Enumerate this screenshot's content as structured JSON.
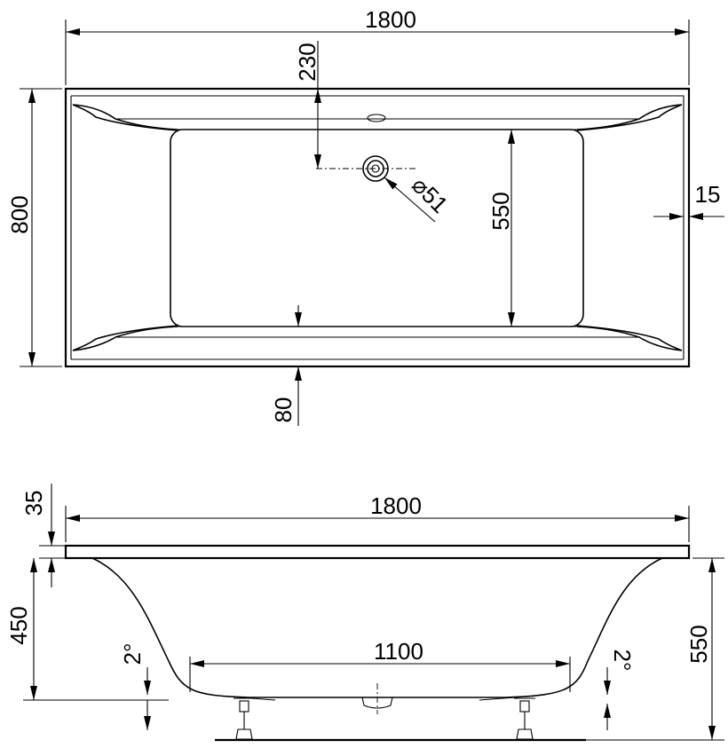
{
  "top_view": {
    "length": "1800",
    "width": "800",
    "drain_offset": "230",
    "drain_diameter": "⌀51",
    "inner_width": "550",
    "rim_width": "15",
    "bottom_offset": "80"
  },
  "side_view": {
    "rim_thickness": "35",
    "length": "1800",
    "depth": "450",
    "floor_length": "1100",
    "total_height": "550",
    "slope_left": "2°",
    "slope_right": "2°"
  }
}
